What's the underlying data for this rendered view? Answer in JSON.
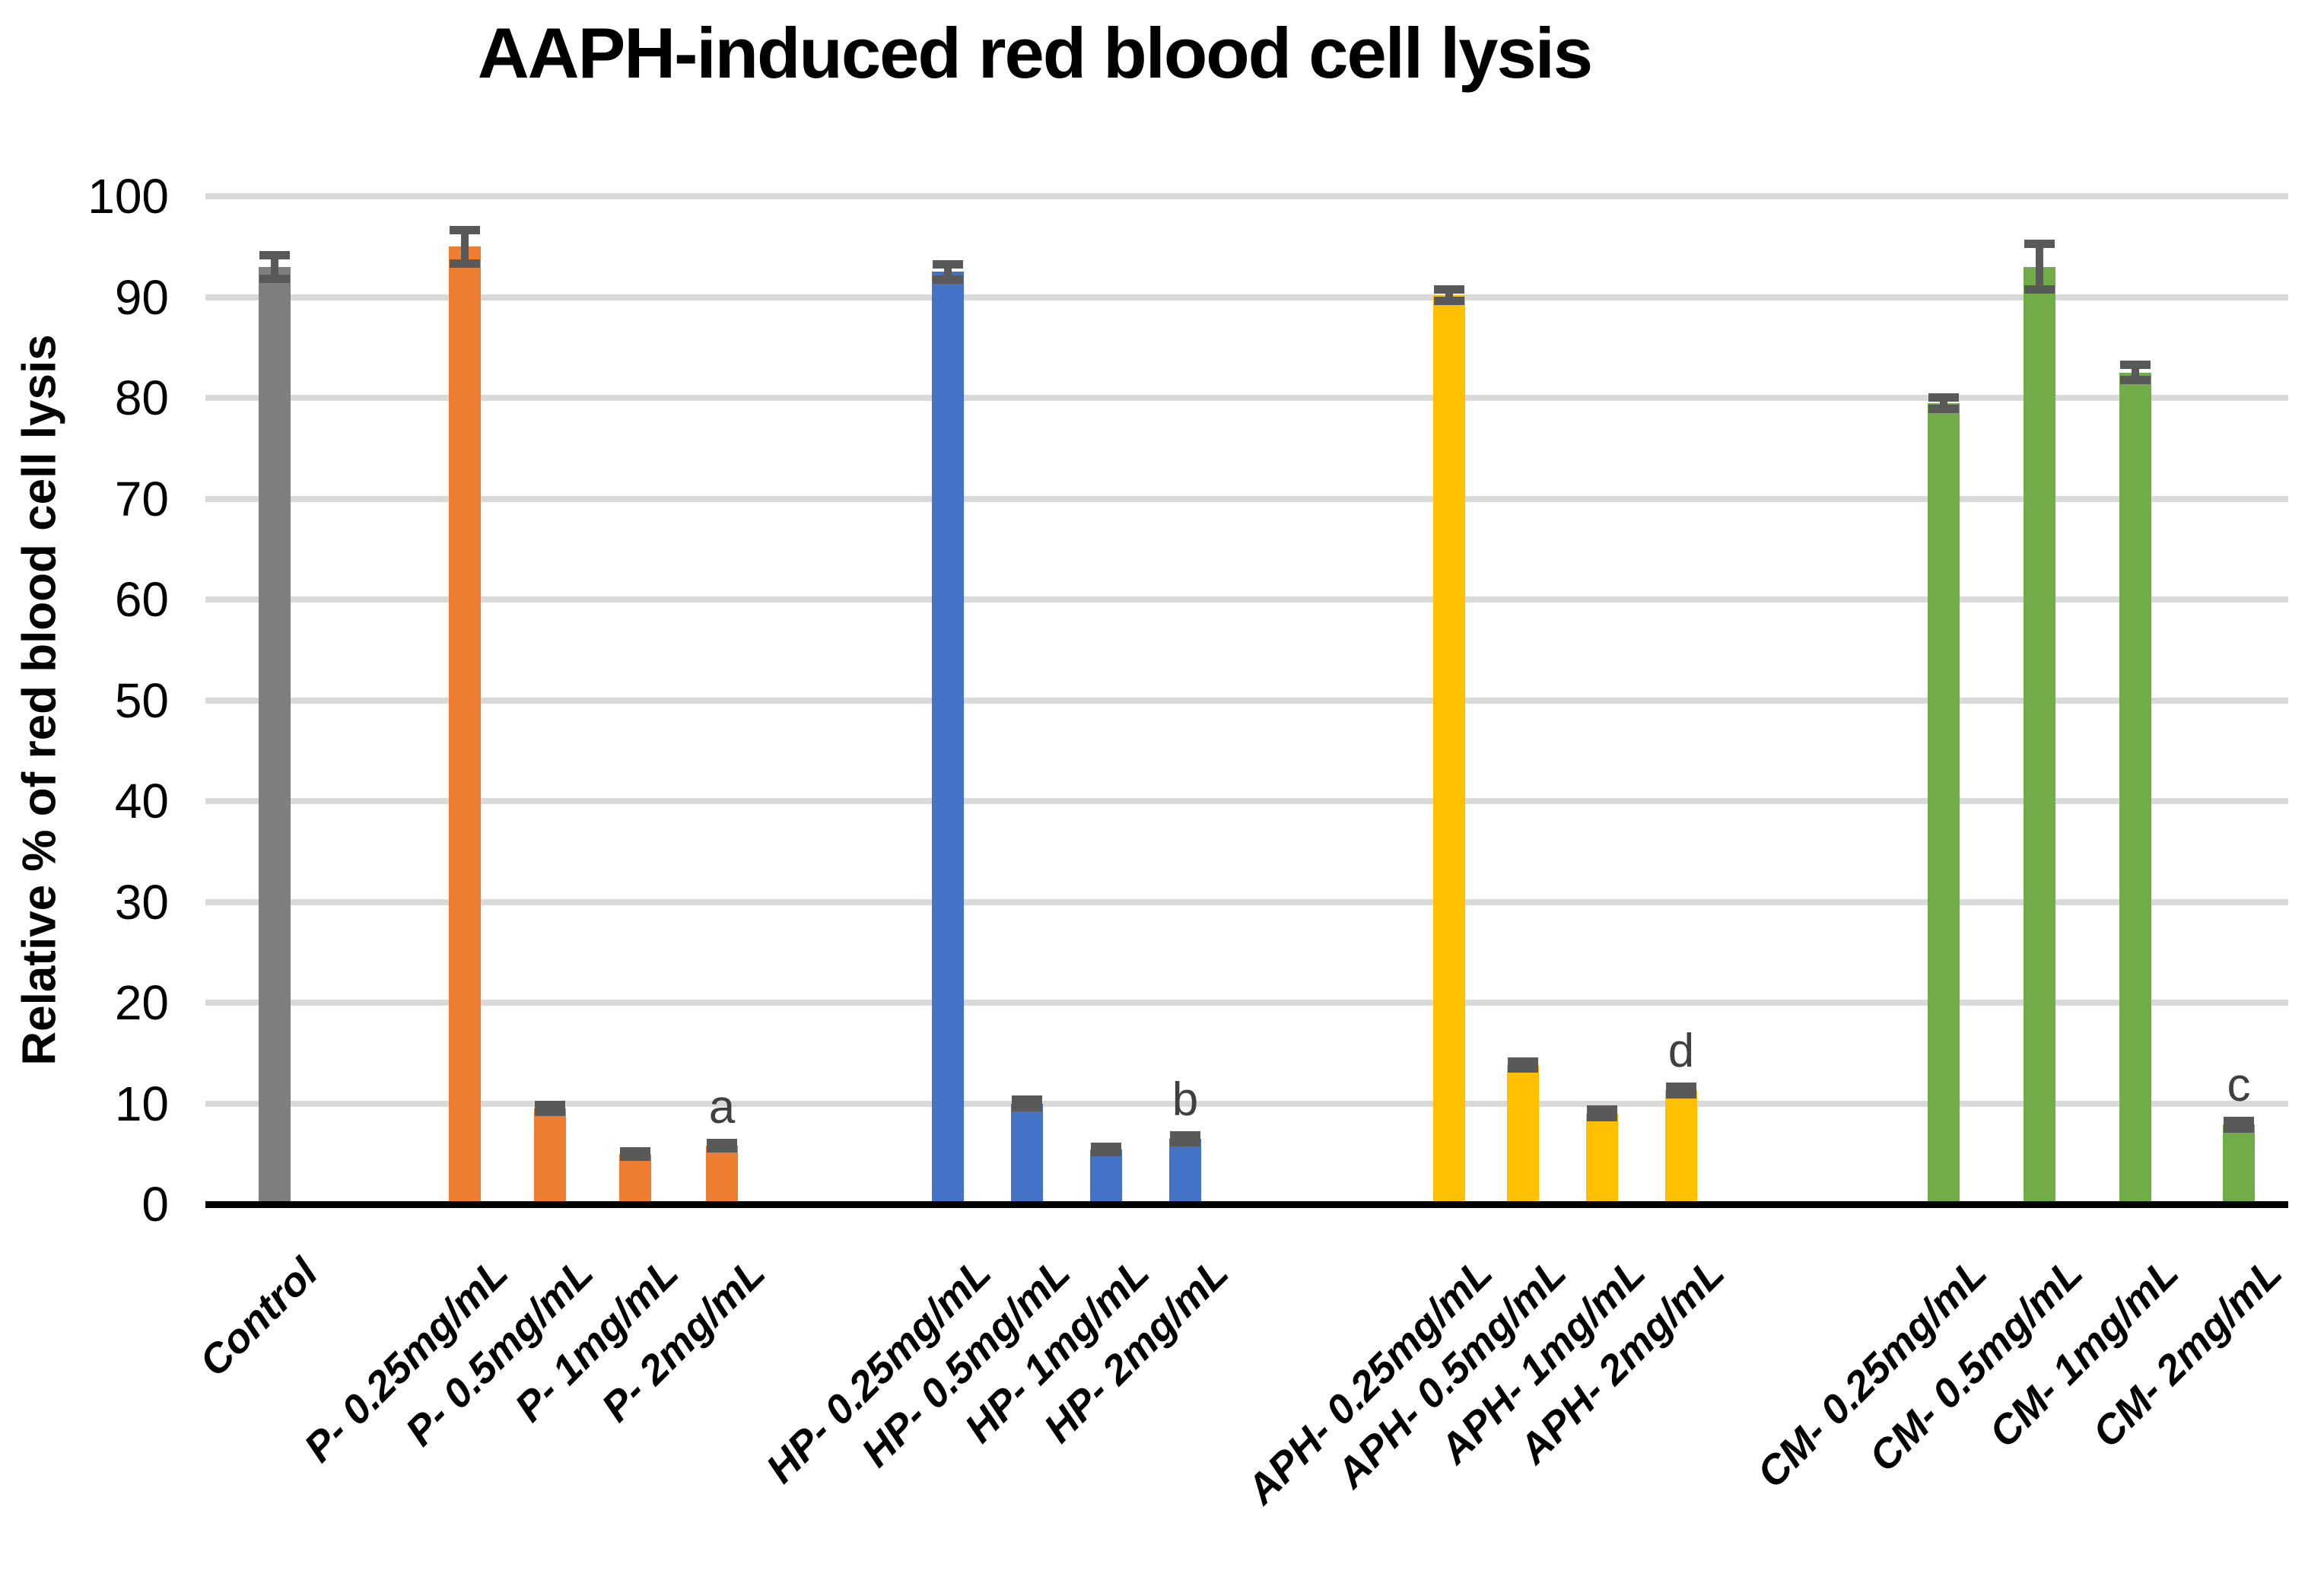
{
  "chart_data": {
    "type": "bar",
    "title": "AAPH-induced red blood cell lysis",
    "xlabel": "",
    "ylabel": "Relative % of red blood cell lysis",
    "ylim": [
      0,
      100
    ],
    "yticks": [
      0,
      10,
      20,
      30,
      40,
      50,
      60,
      70,
      80,
      90,
      100
    ],
    "grid": "horizontal",
    "legend": "none",
    "gridline_color": "#D9D9D9",
    "axis_color": "#000000",
    "error_bar_color": "#595959",
    "annotation_color": "#404040",
    "categories": [
      "Control",
      "P- 0.25mg/mL",
      "P- 0.5mg/mL",
      "P- 1mg/mL",
      "P- 2mg/mL",
      "HP- 0.25mg/mL",
      "HP- 0.5mg/mL",
      "HP- 1mg/mL",
      "HP- 2mg/mL",
      "APH- 0.25mg/mL",
      "APH- 0.5mg/mL",
      "APH- 1mg/mL",
      "APH- 2mg/mL",
      "CM- 0.25mg/mL",
      "CM- 0.5mg/mL",
      "CM- 1mg/mL",
      "CM- 2mg/mL"
    ],
    "groups": [
      {
        "name": "Control",
        "color": "#7F7F7F",
        "bars": [
          {
            "label": "Control",
            "value": 93.0,
            "error": 1.2,
            "note": ""
          }
        ]
      },
      {
        "name": "P",
        "color": "#ED7D31",
        "bars": [
          {
            "label": "P- 0.25mg/mL",
            "value": 95.0,
            "error": 1.7,
            "note": ""
          },
          {
            "label": "P- 0.5mg/mL",
            "value": 9.5,
            "error": 0.4,
            "note": ""
          },
          {
            "label": "P- 1mg/mL",
            "value": 5.0,
            "error": 0.3,
            "note": ""
          },
          {
            "label": "P- 2mg/mL",
            "value": 5.8,
            "error": 0.3,
            "note": "a"
          }
        ]
      },
      {
        "name": "HP",
        "color": "#4472C4",
        "bars": [
          {
            "label": "HP- 0.25mg/mL",
            "value": 92.5,
            "error": 0.8,
            "note": ""
          },
          {
            "label": "HP- 0.5mg/mL",
            "value": 10.0,
            "error": 0.4,
            "note": ""
          },
          {
            "label": "HP- 1mg/mL",
            "value": 5.4,
            "error": 0.3,
            "note": ""
          },
          {
            "label": "HP- 2mg/mL",
            "value": 6.5,
            "error": 0.4,
            "note": "b"
          }
        ]
      },
      {
        "name": "APH",
        "color": "#FFC000",
        "bars": [
          {
            "label": "APH- 0.25mg/mL",
            "value": 90.2,
            "error": 0.6,
            "note": ""
          },
          {
            "label": "APH- 0.5mg/mL",
            "value": 13.8,
            "error": 0.4,
            "note": ""
          },
          {
            "label": "APH- 1mg/mL",
            "value": 9.0,
            "error": 0.4,
            "note": ""
          },
          {
            "label": "APH- 2mg/mL",
            "value": 11.3,
            "error": 0.4,
            "note": "d"
          }
        ]
      },
      {
        "name": "CM",
        "color": "#70AD47",
        "bars": [
          {
            "label": "CM- 0.25mg/mL",
            "value": 79.5,
            "error": 0.6,
            "note": ""
          },
          {
            "label": "CM- 0.5mg/mL",
            "value": 93.0,
            "error": 2.3,
            "note": ""
          },
          {
            "label": "CM- 1mg/mL",
            "value": 82.5,
            "error": 0.8,
            "note": ""
          },
          {
            "label": "CM- 2mg/mL",
            "value": 7.9,
            "error": 0.4,
            "note": "c"
          }
        ]
      }
    ]
  }
}
